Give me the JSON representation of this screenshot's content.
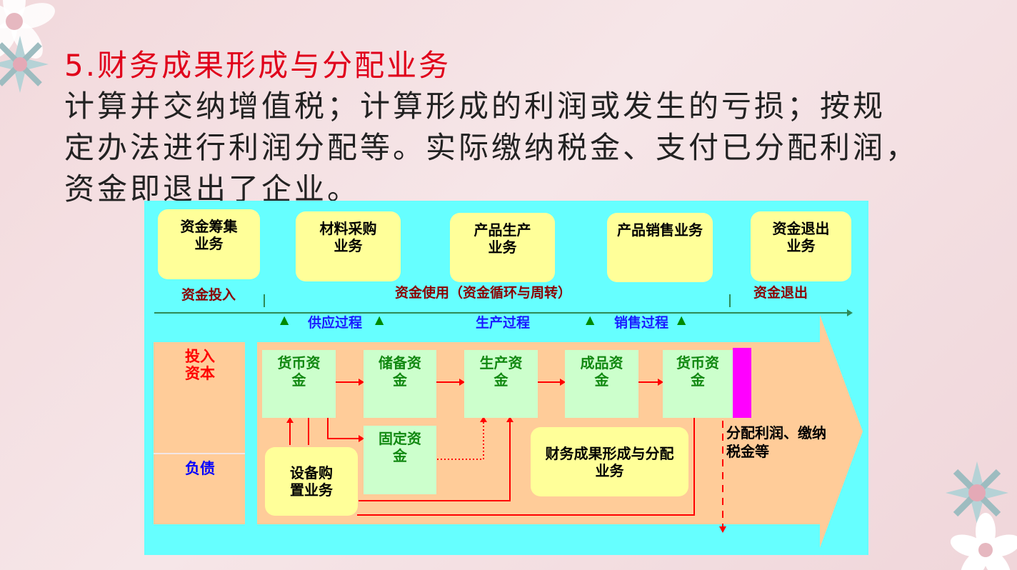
{
  "slide": {
    "title": "5.财务成果形成与分配业务",
    "body_lines": [
      "计算并交纳增值税；计算形成的利润或发生的亏损；按规",
      "定办法进行利润分配等。实际缴纳税金、支付已分配利润，",
      "资金即退出了企业。"
    ]
  },
  "diagram": {
    "stages": [
      "资金筹集业务",
      "材料采购业务",
      "产品生产业务",
      "产品销售业务",
      "资金退出业务"
    ],
    "phases": {
      "input": "资金投入",
      "use": "资金使用（资金循环与周转）",
      "exit": "资金退出"
    },
    "processes": [
      "供应过程",
      "生产过程",
      "销售过程"
    ],
    "sources": {
      "capital": "投入资本",
      "liability": "负债"
    },
    "funds": [
      "货币资金",
      "储备资金",
      "生产资金",
      "成品资金",
      "货币资金",
      "固定资金"
    ],
    "equipment": "设备购置业务",
    "result": "财务成果形成与分配业务",
    "distribution": "分配利润、缴纳税金等"
  },
  "colors": {
    "title": "#e0001b",
    "diagram_bg": "#66ffff",
    "note_yellow": "#ffff99",
    "fund_green": "#ccffcc",
    "arrow_band": "#ffcc99",
    "flow_arrow": "#ff0000",
    "exit_bar": "#ff00ff"
  }
}
